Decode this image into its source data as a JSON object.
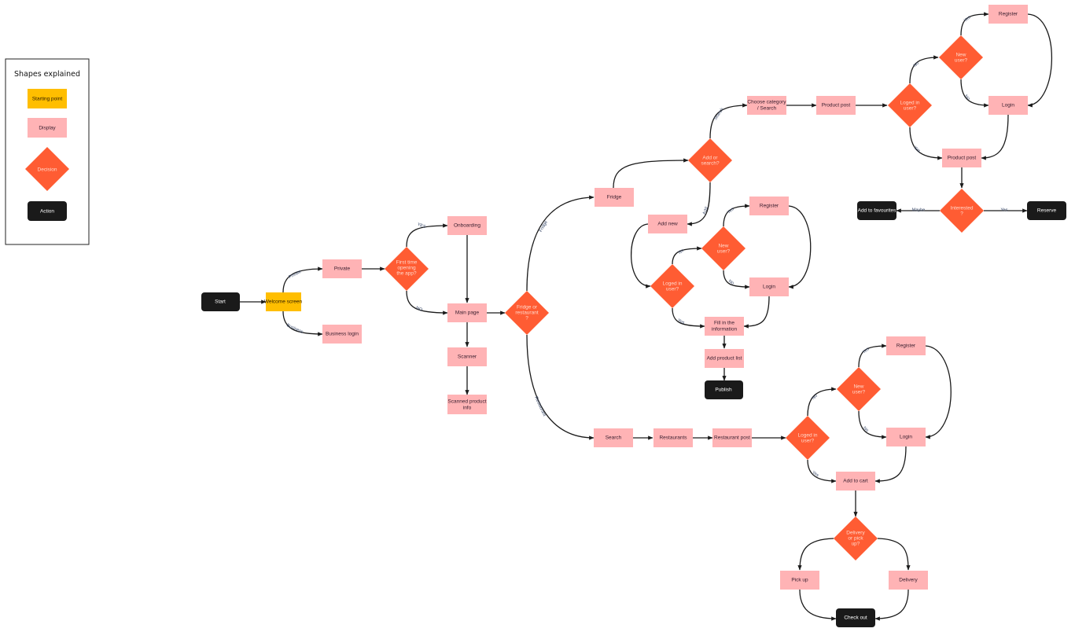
{
  "colors": {
    "starting_point": "#FFBE00",
    "display": "#FFB3B5",
    "decision": "#FF5C33",
    "action": "#1A1A1A",
    "edge": "#1A1A1A"
  },
  "legend": {
    "title": "Shapes explained",
    "items": [
      {
        "shape": "starting-point",
        "label": "Starting point"
      },
      {
        "shape": "display",
        "label": "Display"
      },
      {
        "shape": "decision",
        "label": "Decision"
      },
      {
        "shape": "action",
        "label": "Action"
      }
    ]
  },
  "nodes": {
    "start": {
      "type": "action",
      "label": "Start"
    },
    "welcome": {
      "type": "starting-point",
      "label": "Welcome screen"
    },
    "private": {
      "type": "display",
      "label": "Private"
    },
    "business_login": {
      "type": "display",
      "label": "Business login"
    },
    "first_time": {
      "type": "decision",
      "label": [
        "First time",
        "opening",
        "the app?"
      ]
    },
    "onboarding": {
      "type": "display",
      "label": "Onboarding"
    },
    "main_page": {
      "type": "display",
      "label": "Main page"
    },
    "scanner": {
      "type": "display",
      "label": "Scanner"
    },
    "scanned_info": {
      "type": "display",
      "label": [
        "Scanned product",
        "info"
      ]
    },
    "fridge_or_restaurant": {
      "type": "decision",
      "label": [
        "Fridge or",
        "restaurant",
        "?"
      ]
    },
    "fridge": {
      "type": "display",
      "label": "Fridge"
    },
    "add_or_search": {
      "type": "decision",
      "label": [
        "Add or",
        "search?"
      ]
    },
    "choose_category": {
      "type": "display",
      "label": [
        "Choose category",
        "/ Search"
      ]
    },
    "product_post_1": {
      "type": "display",
      "label": "Product post"
    },
    "loged_in_1": {
      "type": "decision",
      "label": [
        "Loged in",
        "user?"
      ]
    },
    "new_user_1": {
      "type": "decision",
      "label": [
        "New",
        "user?"
      ]
    },
    "register_1": {
      "type": "display",
      "label": "Register"
    },
    "login_1": {
      "type": "display",
      "label": "Login"
    },
    "product_post_2": {
      "type": "display",
      "label": "Product post"
    },
    "interested": {
      "type": "decision",
      "label": [
        "Interested",
        "?"
      ]
    },
    "add_to_favourites": {
      "type": "action",
      "label": "Add to favourites"
    },
    "reserve": {
      "type": "action",
      "label": "Reserve"
    },
    "add_new": {
      "type": "display",
      "label": "Add new"
    },
    "loged_in_2": {
      "type": "decision",
      "label": [
        "Loged in",
        "user?"
      ]
    },
    "new_user_2": {
      "type": "decision",
      "label": [
        "New",
        "user?"
      ]
    },
    "register_2": {
      "type": "display",
      "label": "Register"
    },
    "login_2": {
      "type": "display",
      "label": "Login"
    },
    "fill_info": {
      "type": "display",
      "label": [
        "Fill in the",
        "information"
      ]
    },
    "add_product_list": {
      "type": "display",
      "label": "Add product list"
    },
    "publish": {
      "type": "action",
      "label": "Publish"
    },
    "search": {
      "type": "display",
      "label": "Search"
    },
    "restaurants": {
      "type": "display",
      "label": "Restaurants"
    },
    "restaurant_post": {
      "type": "display",
      "label": "Restaurant post"
    },
    "loged_in_3": {
      "type": "decision",
      "label": [
        "Loged in",
        "user?"
      ]
    },
    "new_user_3": {
      "type": "decision",
      "label": [
        "New",
        "user?"
      ]
    },
    "register_3": {
      "type": "display",
      "label": "Register"
    },
    "login_3": {
      "type": "display",
      "label": "Login"
    },
    "add_to_cart": {
      "type": "display",
      "label": "Add to cart"
    },
    "delivery_or_pickup": {
      "type": "decision",
      "label": [
        "Delivery",
        "or pick",
        "up?"
      ]
    },
    "pick_up": {
      "type": "display",
      "label": "Pick up"
    },
    "delivery": {
      "type": "display",
      "label": "Delivery"
    },
    "check_out": {
      "type": "action",
      "label": "Check out"
    }
  },
  "edge_labels": {
    "private": "Private",
    "business": "Business",
    "yes_first": "YES",
    "no_first": "NO",
    "fridge": "Fridge",
    "restaurant": "Restaurant",
    "search": "Search",
    "add": "Add",
    "yes": "Yes",
    "no": "No",
    "maybe": "Maybe"
  }
}
